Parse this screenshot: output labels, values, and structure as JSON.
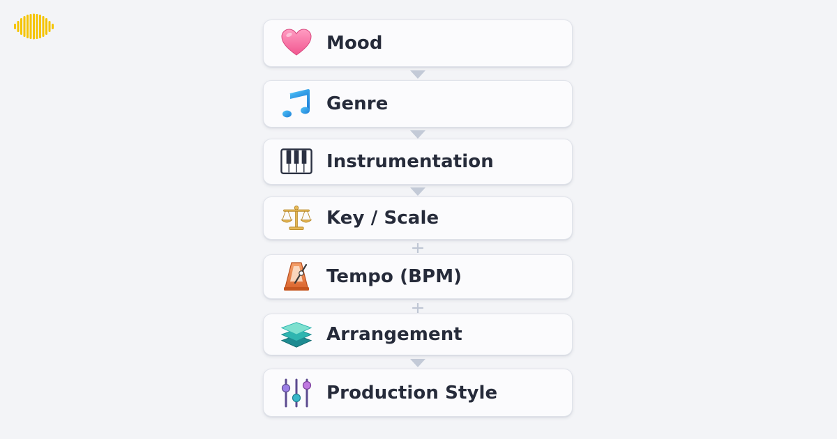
{
  "logo": {
    "icon": "soundwave-logo-icon",
    "color": "#f5c400"
  },
  "steps": [
    {
      "label": "Mood",
      "icon": "heart-icon"
    },
    {
      "label": "Genre",
      "icon": "music-note-icon"
    },
    {
      "label": "Instrumentation",
      "icon": "piano-keys-icon"
    },
    {
      "label": "Key / Scale",
      "icon": "balance-scale-icon"
    },
    {
      "label": "Tempo (BPM)",
      "icon": "metronome-icon"
    },
    {
      "label": "Arrangement",
      "icon": "layers-icon"
    },
    {
      "label": "Production Style",
      "icon": "mixer-sliders-icon"
    }
  ],
  "connectors": [
    "arrow-down-icon",
    "arrow-down-icon",
    "arrow-down-icon",
    "plus-icon",
    "plus-icon",
    "arrow-down-icon"
  ],
  "colors": {
    "connector": "#bfc6d4",
    "card_text": "#262b3a"
  }
}
